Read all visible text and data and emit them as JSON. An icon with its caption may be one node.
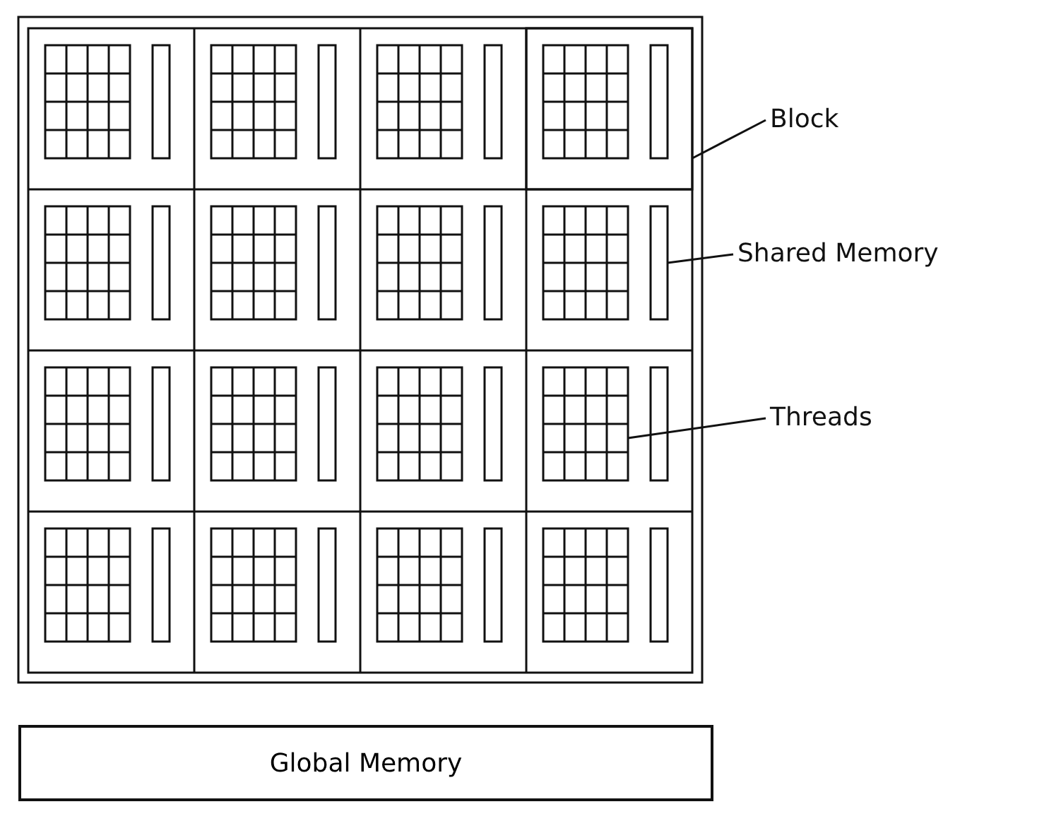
{
  "diagram": {
    "nodes": [
      {
        "text": [
          "Block"
        ]
      },
      {
        "text": [],
        "shape": "box"
      },
      {
        "text": [
          "Shared Memory"
        ]
      },
      {
        "text": [],
        "shape": "bar"
      },
      {
        "text": [
          "Threads"
        ]
      },
      {
        "text": [],
        "shape": "grid"
      },
      {
        "text": [
          "Global Memory"
        ]
      }
    ],
    "edges": [
      {
        "from": 0,
        "to": 1,
        "arrow": "none"
      },
      {
        "from": 2,
        "to": 3,
        "arrow": "none"
      },
      {
        "from": 4,
        "to": 5,
        "arrow": "none"
      }
    ]
  }
}
